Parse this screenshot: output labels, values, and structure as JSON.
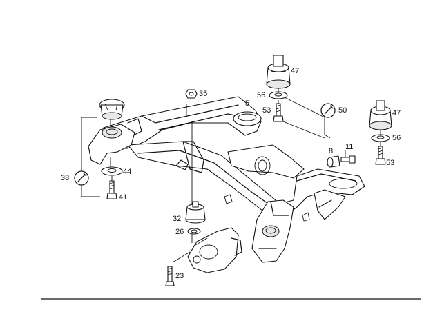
{
  "labels": {
    "p5": "5",
    "p8": "8",
    "p11": "11",
    "p23": "23",
    "p26": "26",
    "p32": "32",
    "p35": "35",
    "p38": "38",
    "p41": "41",
    "p44": "44",
    "p47a": "47",
    "p47b": "47",
    "p50": "50",
    "p53a": "53",
    "p53b": "53",
    "p56a": "56",
    "p56b": "56"
  },
  "icons": {
    "torque_left": "wrench-icon",
    "torque_right": "wrench-icon"
  }
}
